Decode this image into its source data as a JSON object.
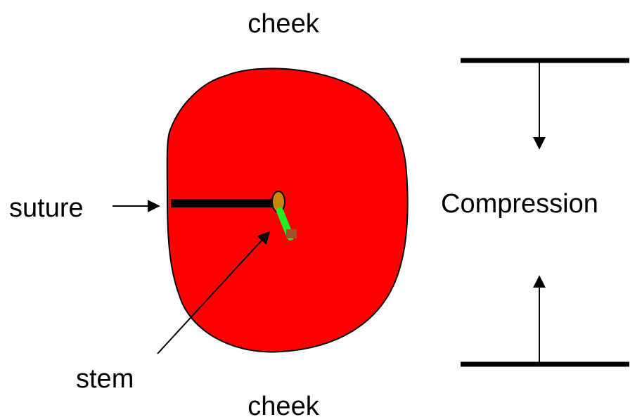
{
  "labels": {
    "cheek_top": "cheek",
    "cheek_bottom": "cheek",
    "suture": "suture",
    "stem": "stem",
    "compression": "Compression"
  },
  "colors": {
    "fruit": "#ff0000",
    "suture_line": "#000000",
    "stem_base": "#c8860b",
    "stem": "#22ee22",
    "stem_tip": "#a0522d"
  }
}
